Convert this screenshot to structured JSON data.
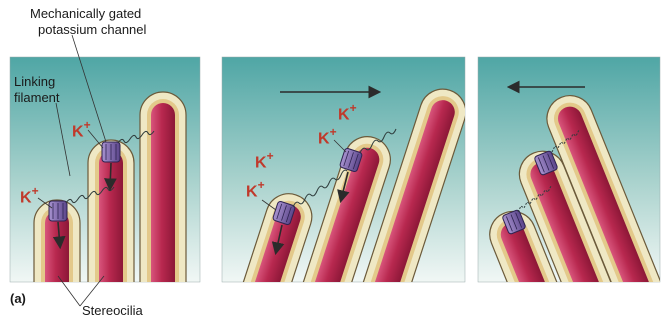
{
  "figure": {
    "part_label": "(a)",
    "channel_label_line1": "Mechanically gated",
    "channel_label_line2": "potassium channel",
    "filament_label_line1": "Linking",
    "filament_label_line2": "filament",
    "stereocilia_label": "Stereocilia",
    "ion_symbol": "K",
    "ion_charge": "+",
    "colors": {
      "background_top": "#4fa6a5",
      "background_bottom": "#f1f7f5",
      "cilium_core": "#b8284f",
      "cilium_outline": "#efe8c4",
      "channel": "#7a62a8",
      "arrow": "#2b2b2b"
    }
  },
  "panels": [
    {
      "name": "rest",
      "arrow_direction": "none"
    },
    {
      "name": "deflected-right",
      "arrow_direction": "right"
    },
    {
      "name": "deflected-left",
      "arrow_direction": "left"
    }
  ]
}
